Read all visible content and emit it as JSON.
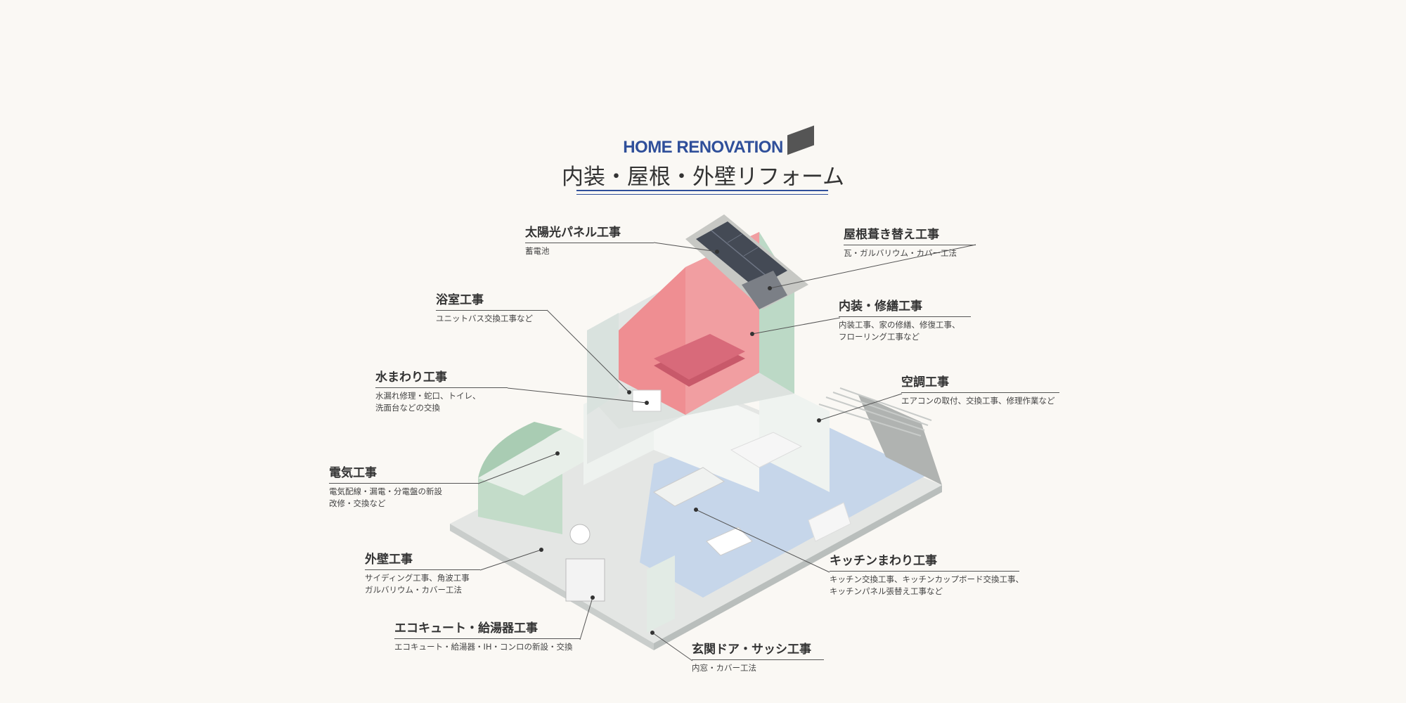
{
  "header": {
    "eyebrow": "HOME RENOVATION",
    "title": "内装・屋根・外壁リフォーム"
  },
  "colors": {
    "accent": "#2f4f9a",
    "bedroom_wall": "#ef8e92",
    "exterior_green": "#bcd9c6",
    "floor_blue": "#c6d6ea",
    "line": "#555555"
  },
  "callouts": {
    "solar": {
      "title": "太陽光パネル工事",
      "sub": [
        "蓄電池"
      ]
    },
    "roof": {
      "title": "屋根葺き替え工事",
      "sub": [
        "瓦・ガルバリウム・カバー工法"
      ]
    },
    "bath": {
      "title": "浴室工事",
      "sub": [
        "ユニットバス交換工事など"
      ]
    },
    "interior": {
      "title": "内装・修繕工事",
      "sub": [
        "内装工事、家の修繕、修復工事、",
        "フローリング工事など"
      ]
    },
    "water": {
      "title": "水まわり工事",
      "sub": [
        "水漏れ修理・蛇口、トイレ、",
        "洗面台などの交換"
      ]
    },
    "aircon": {
      "title": "空調工事",
      "sub": [
        "エアコンの取付、交換工事、修理作業など"
      ]
    },
    "electric": {
      "title": "電気工事",
      "sub": [
        "電気配線・漏電・分電盤の新設",
        "改修・交換など"
      ]
    },
    "exterior": {
      "title": "外壁工事",
      "sub": [
        "サイディング工事、角波工事",
        "ガルバリウム・カバー工法"
      ]
    },
    "kitchen": {
      "title": "キッチンまわり工事",
      "sub": [
        "キッチン交換工事、キッチンカップボード交換工事、",
        "キッチンパネル張替え工事など"
      ]
    },
    "ecocute": {
      "title": "エコキュート・給湯器工事",
      "sub": [
        "エコキュート・給湯器・IH・コンロの新設・交換"
      ]
    },
    "door": {
      "title": "玄関ドア・サッシ工事",
      "sub": [
        "内窓・カバー工法"
      ]
    }
  }
}
